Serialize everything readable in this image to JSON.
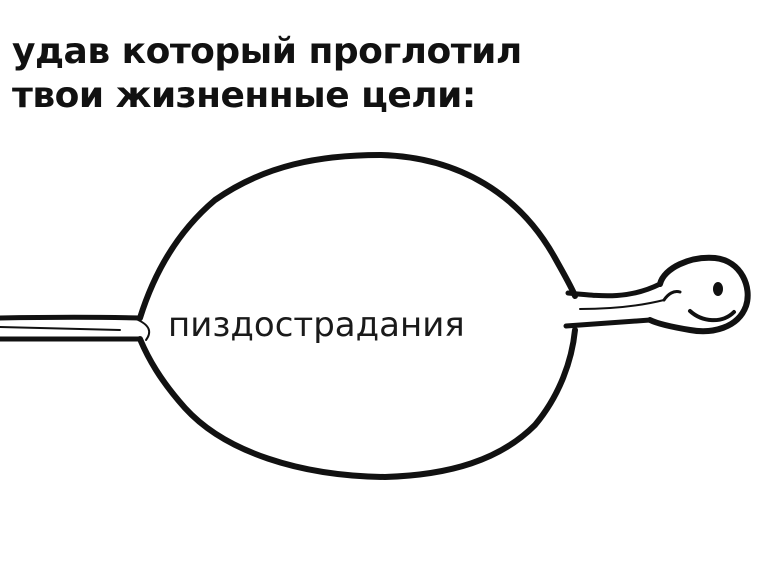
{
  "caption": {
    "line1": "удав который проглотил",
    "line2": "твои жизненные цели:"
  },
  "illustration": {
    "belly_text": "пиздострадания",
    "ink_color": "#111111",
    "background_color": "#ffffff"
  }
}
